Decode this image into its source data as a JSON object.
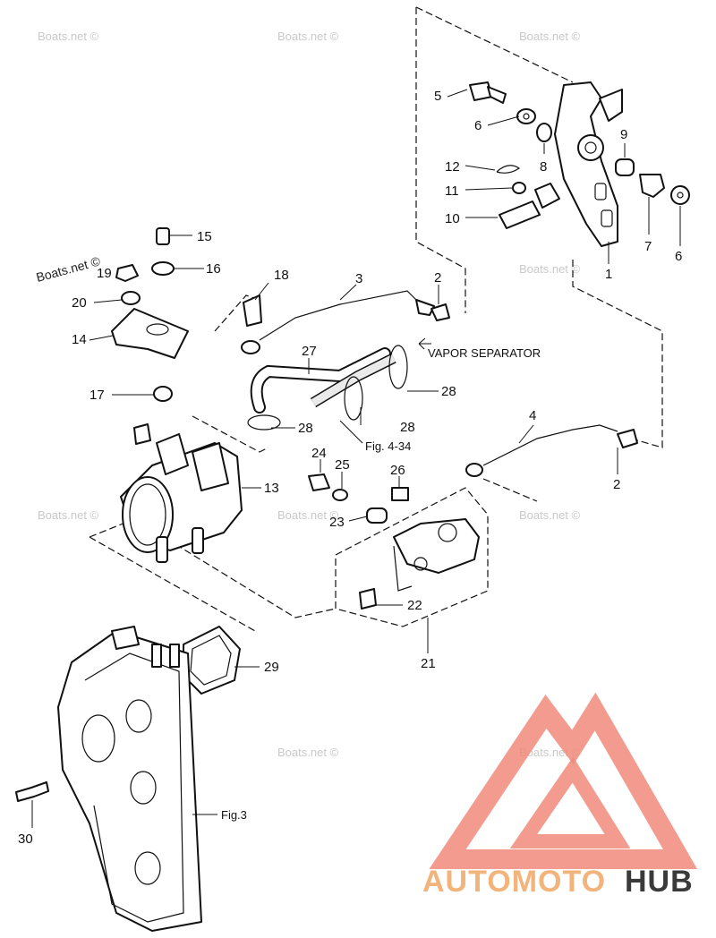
{
  "watermark": "Boats.net ©",
  "callouts": {
    "p1": "1",
    "p2a": "2",
    "p2b": "2",
    "p3": "3",
    "p4": "4",
    "p5": "5",
    "p6a": "6",
    "p6b": "6",
    "p7": "7",
    "p8": "8",
    "p9": "9",
    "p10": "10",
    "p11": "11",
    "p12": "12",
    "p13": "13",
    "p14": "14",
    "p15": "15",
    "p16": "16",
    "p17": "17",
    "p18": "18",
    "p19": "19",
    "p20": "20",
    "p21": "21",
    "p22": "22",
    "p23": "23",
    "p24": "24",
    "p25": "25",
    "p26": "26",
    "p27": "27",
    "p28a": "28",
    "p28b": "28",
    "p28c": "28",
    "p29": "29",
    "p30": "30"
  },
  "labels": {
    "vapor_separator": "VAPOR SEPARATOR",
    "fig_4_34": "Fig. 4-34",
    "fig_3": "Fig.3"
  },
  "brand": {
    "part1": "AUTOMOTO",
    "part2": "HUB",
    "color_primary": "#f08a7a",
    "color_secondary": "#f2b47a",
    "color_dark": "#3a3a3a"
  }
}
